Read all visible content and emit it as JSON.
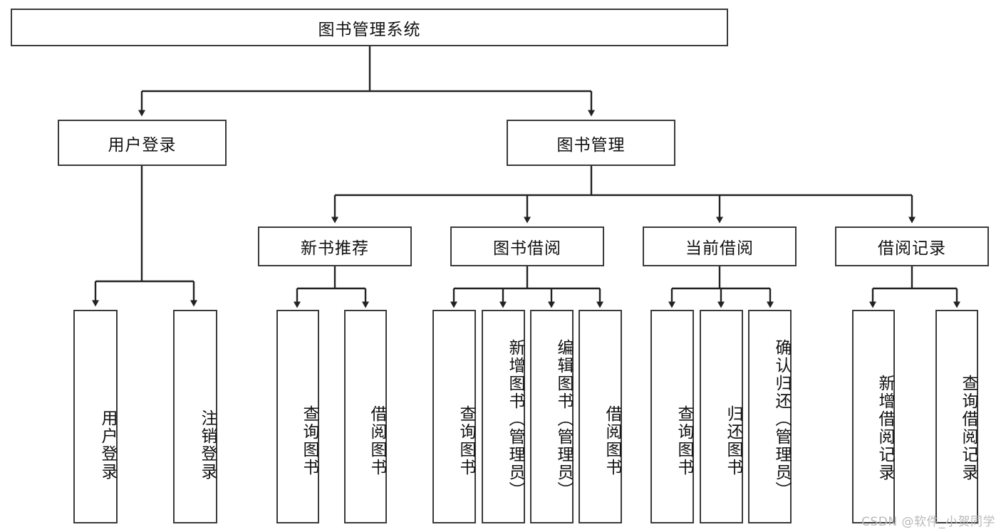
{
  "diagram": {
    "title": "图书管理系统",
    "type": "tree-hierarchy-diagram",
    "watermark": "CSDN @软件_小贺同学",
    "colors": {
      "box_border": "#3a3a3a",
      "box_fill": "#ffffff",
      "edge": "#222222",
      "text": "#111111",
      "watermark": "#b9b9b9",
      "background": "#ffffff"
    },
    "root": {
      "label": "图书管理系统"
    },
    "level2": [
      {
        "label": "用户登录"
      },
      {
        "label": "图书管理"
      }
    ],
    "level3": [
      {
        "label": "新书推荐"
      },
      {
        "label": "图书借阅"
      },
      {
        "label": "当前借阅"
      },
      {
        "label": "借阅记录"
      }
    ],
    "leaves": {
      "user_login": [
        {
          "label": "用户登录"
        },
        {
          "label": "注销登录"
        }
      ],
      "new_book_recommend": [
        {
          "label": "查询图书"
        },
        {
          "label": "借阅图书"
        }
      ],
      "book_borrow": [
        {
          "label": "查询图书"
        },
        {
          "label": "新增图书（管理员）"
        },
        {
          "label": "编辑图书（管理员）"
        },
        {
          "label": "借阅图书"
        }
      ],
      "current_borrow": [
        {
          "label": "查询图书"
        },
        {
          "label": "归还图书"
        },
        {
          "label": "确认归还（管理员）"
        }
      ],
      "borrow_record": [
        {
          "label": "新增借阅记录"
        },
        {
          "label": "查询借阅记录"
        }
      ]
    }
  }
}
